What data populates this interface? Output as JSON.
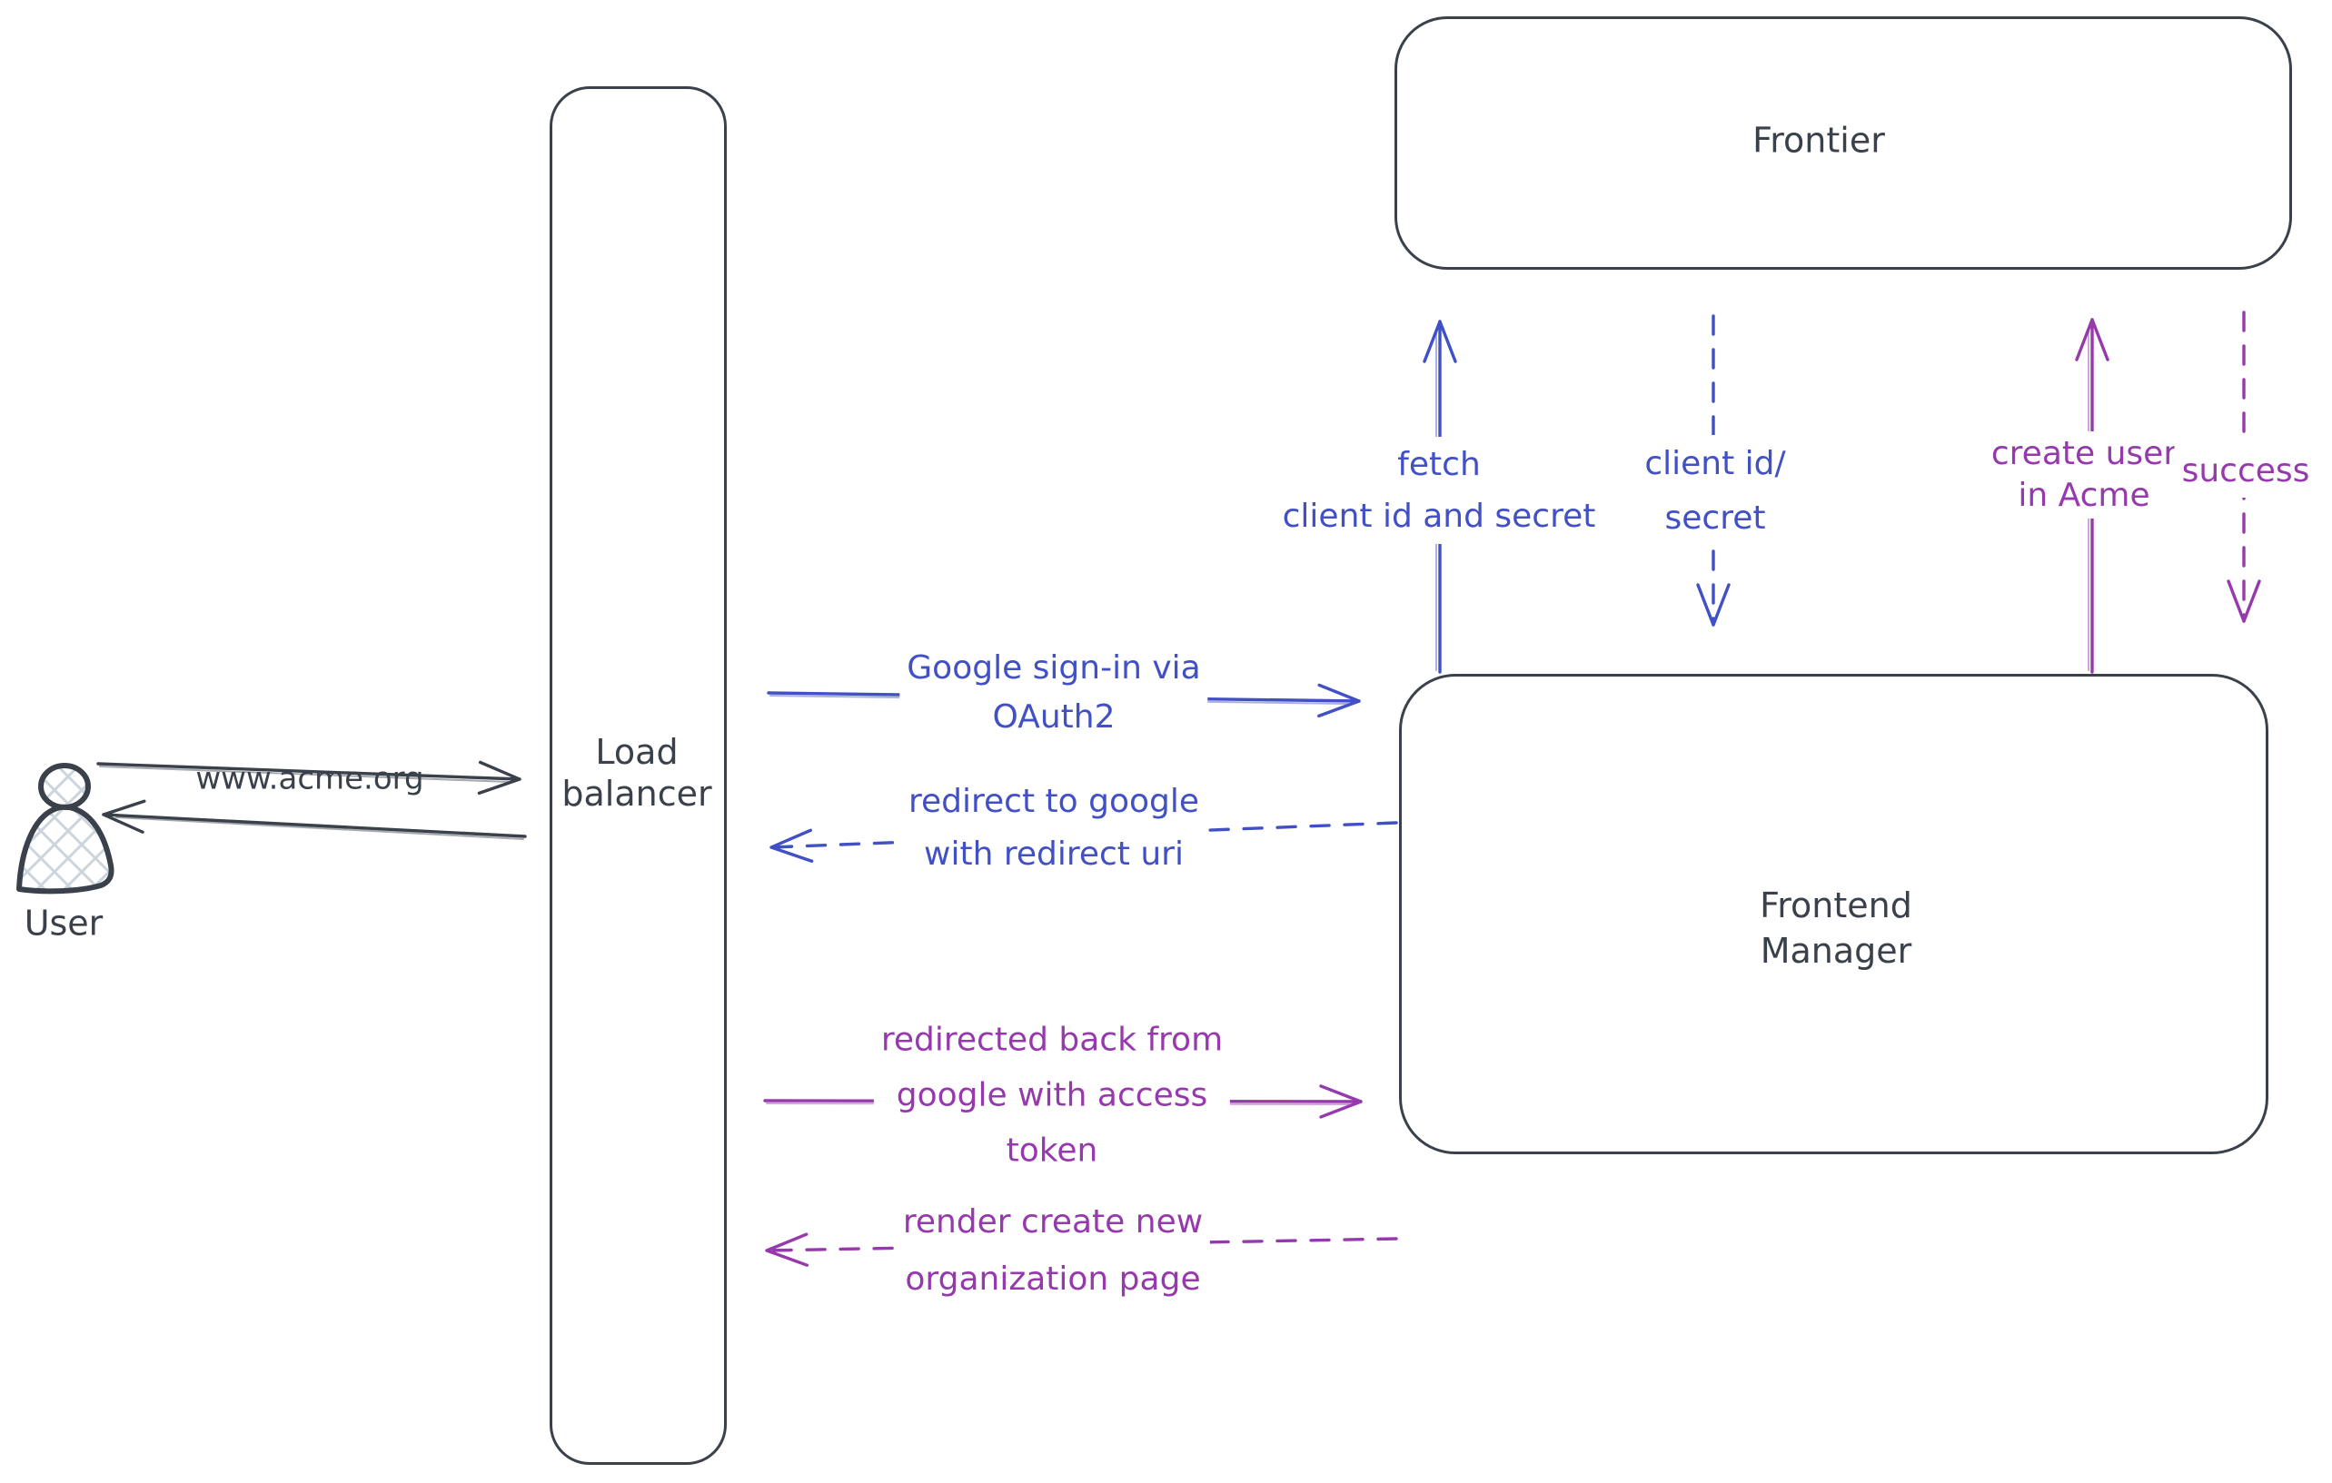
{
  "diagram": {
    "title": "Acme Google OAuth2 sign-in flow",
    "colors": {
      "ink": "#3a414b",
      "blue": "#4150c4",
      "purple": "#9639ad",
      "hatch": "#ccd5de",
      "background": "#ffffff"
    }
  },
  "nodes": {
    "user": {
      "label": "User",
      "type": "actor"
    },
    "load_balancer": {
      "label": "Load\nbalancer",
      "type": "box"
    },
    "frontier": {
      "label": "Frontier",
      "type": "box"
    },
    "frontend_manager": {
      "label": "Frontend\nManager",
      "type": "box"
    }
  },
  "arrows": {
    "www_request": {
      "from": "User",
      "to": "Load balancer",
      "line": "solid",
      "color": "ink",
      "label": "www.acme.org"
    },
    "response_to_user": {
      "from": "Load balancer",
      "to": "User",
      "line": "solid",
      "color": "ink",
      "label": ""
    },
    "google_signin": {
      "from": "Load balancer",
      "to": "Frontend Manager",
      "line": "solid",
      "color": "blue",
      "label": "Google sign-in via\nOAuth2"
    },
    "redirect_to_google": {
      "from": "Frontend Manager",
      "to": "Load balancer",
      "line": "dashed",
      "color": "blue",
      "label": "redirect to google\nwith redirect uri"
    },
    "fetch_client_id": {
      "from": "Frontend Manager",
      "to": "Frontier",
      "line": "solid",
      "color": "blue",
      "label": "fetch\nclient id and secret"
    },
    "client_id_secret": {
      "from": "Frontier",
      "to": "Frontend Manager",
      "line": "dashed",
      "color": "blue",
      "label": "client id/\nsecret"
    },
    "create_user": {
      "from": "Frontend Manager",
      "to": "Frontier",
      "line": "solid",
      "color": "purple",
      "label": "create user\nin Acme"
    },
    "success": {
      "from": "Frontier",
      "to": "Frontend Manager",
      "line": "dashed",
      "color": "purple",
      "label": "success"
    },
    "redirected_back": {
      "from": "Load balancer",
      "to": "Frontend Manager",
      "line": "solid",
      "color": "purple",
      "label": "redirected back from\ngoogle with access\ntoken"
    },
    "render_org_page": {
      "from": "Frontend Manager",
      "to": "Load balancer",
      "line": "dashed",
      "color": "purple",
      "label": "render create new\norganization page"
    }
  }
}
